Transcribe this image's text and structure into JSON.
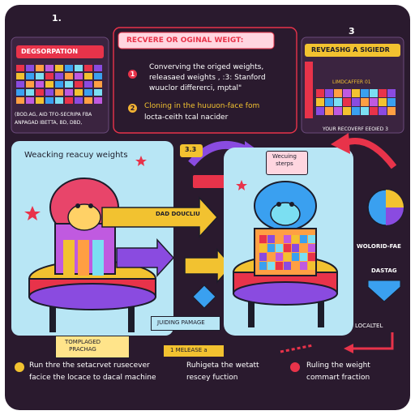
{
  "panel1": {
    "number": "1.",
    "label": "DEGSORPATION",
    "caption_line1": "(BOD.AG, AID TFO-SECRIPA FBA",
    "caption_line2": "ANPAGAD IBETTA, BD, DBD,"
  },
  "panel2": {
    "heading": "RECVERE OR OGINAL WEIGT:",
    "step1": "Converving the origed weights,",
    "step1b": "releasaed weights , :3: Stanford",
    "step1c": "wuuclor differerci, mptal\"",
    "step2": "Cloning in the huuuon-face fom",
    "step2b": "locta-ceith tcal nacider"
  },
  "panel3": {
    "number": "3",
    "label": "REVEASHG A SIGIEDR",
    "chart_label": "LIMDCAFFER 01",
    "footer": "YOUR RECOVERF EEOIED 3"
  },
  "left_scene": {
    "title": "Weacking reacuy weights",
    "badge": "3.3",
    "tag": "DAD DOUCLIU",
    "bottom_label": "TOMPLAGED\nPRACHAG"
  },
  "right_scene": {
    "title": "Wecuing\nsterps",
    "label_a": "WOLORID-FAE",
    "label_b": "DASTAG",
    "label_c": "LOCALTEL"
  },
  "middle": {
    "tag1": "JUIDING PAMAGE",
    "tag2": "1 MELEASE a"
  },
  "footer": {
    "left_line1": "Run thre the setacrvet rusecever",
    "left_line2": "facice the locace to dacal machine",
    "mid_line1": "Ruhigeta the wetatt",
    "mid_line2": "rescey fuction",
    "right_line1": "Ruling the weight",
    "right_line2": "commart fraction"
  },
  "colors": {
    "background": "#2a1a2e",
    "accent_red": "#e8334a",
    "accent_yellow": "#f2c230",
    "accent_purple": "#8a4be0",
    "accent_blue": "#3aa0f0"
  }
}
